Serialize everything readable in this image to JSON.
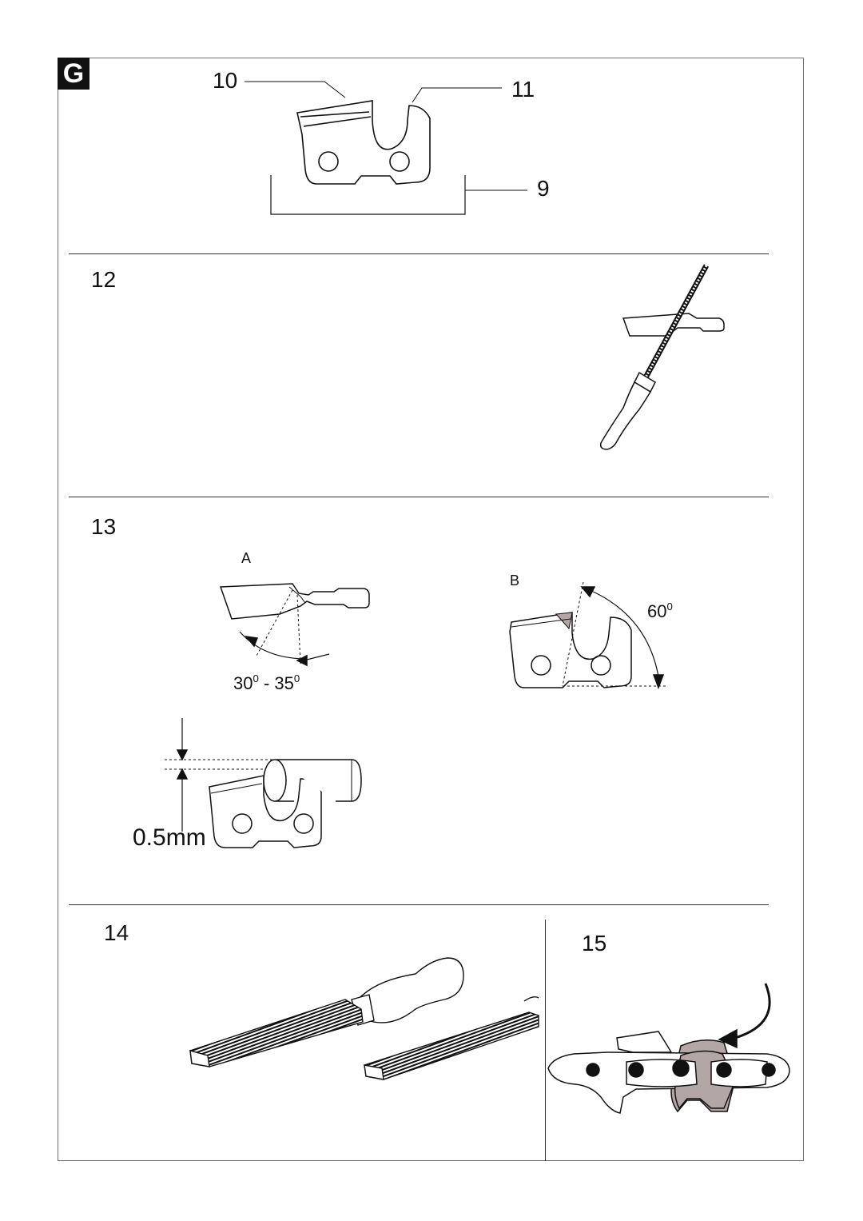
{
  "section_badge": "G",
  "figure_g": {
    "callout_10": "10",
    "callout_11": "11",
    "callout_9": "9"
  },
  "figure_12": {
    "number": "12"
  },
  "figure_13": {
    "number": "13",
    "label_a": "A",
    "label_b": "B",
    "angle_a_from": "30",
    "angle_a_to": "35",
    "angle_a_sep": " - ",
    "angle_a_unit": "0",
    "angle_b": "60",
    "angle_b_unit": "0",
    "depth_label": "0.5mm"
  },
  "figure_14": {
    "number": "14"
  },
  "figure_15": {
    "number": "15"
  },
  "colors": {
    "ink": "#111111",
    "highlight": "#b3a6a6",
    "frame": "#6e6e6e"
  }
}
